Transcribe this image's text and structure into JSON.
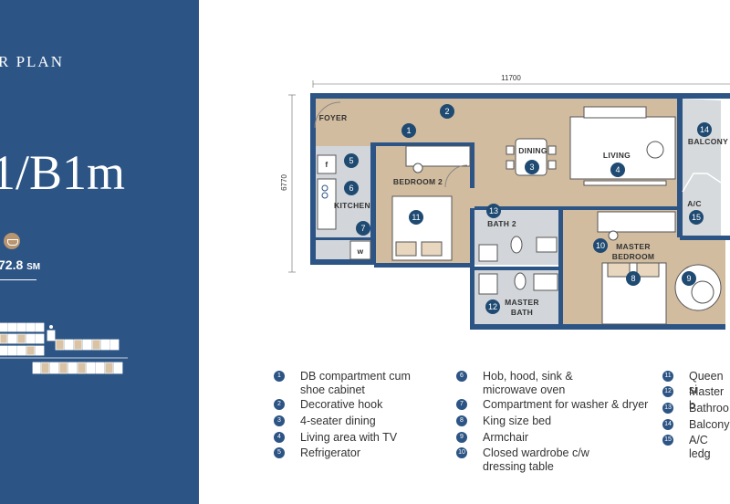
{
  "heading": {
    "plan_label": "R PLAN",
    "unit_type": "1/B1m"
  },
  "unit_area": {
    "value": "72.8",
    "unit": "SM"
  },
  "dimensions": {
    "width": "11700",
    "depth": "6770"
  },
  "rooms": {
    "foyer": "FOYER",
    "kitchen": "KITCHEN",
    "bedroom2": "BEDROOM 2",
    "dining": "DINING",
    "living": "LIVING",
    "balcony": "BALCONY",
    "ac": "A/C",
    "bath2": "BATH 2",
    "master_bedroom_1": "MASTER",
    "master_bedroom_2": "BEDROOM",
    "master_bath_1": "MASTER",
    "master_bath_2": "BATH",
    "fridge_mark": "f",
    "washer_mark": "w"
  },
  "markers": [
    "1",
    "2",
    "3",
    "4",
    "5",
    "6",
    "7",
    "8",
    "9",
    "10",
    "11",
    "12",
    "13",
    "14",
    "15"
  ],
  "legend": [
    {
      "num": "1",
      "label": "DB compartment cum\nshoe cabinet"
    },
    {
      "num": "2",
      "label": "Decorative hook"
    },
    {
      "num": "3",
      "label": "4-seater dining"
    },
    {
      "num": "4",
      "label": "Living area with TV"
    },
    {
      "num": "5",
      "label": "Refrigerator"
    },
    {
      "num": "6",
      "label": "Hob, hood, sink &\nmicrowave oven"
    },
    {
      "num": "7",
      "label": "Compartment for washer & dryer"
    },
    {
      "num": "8",
      "label": "King size bed"
    },
    {
      "num": "9",
      "label": "Armchair"
    },
    {
      "num": "10",
      "label": "Closed wardrobe c/w\ndressing table"
    },
    {
      "num": "11",
      "label": "Queen si"
    },
    {
      "num": "12",
      "label": "Master b"
    },
    {
      "num": "13",
      "label": "Bathroo"
    },
    {
      "num": "14",
      "label": "Balcony"
    },
    {
      "num": "15",
      "label": "A/C ledg"
    }
  ],
  "colors": {
    "panel": "#2c5484",
    "floor": "#d2bc9f",
    "wet": "#d2d6da",
    "wall": "#2c5484",
    "marker": "#1f4a72"
  }
}
